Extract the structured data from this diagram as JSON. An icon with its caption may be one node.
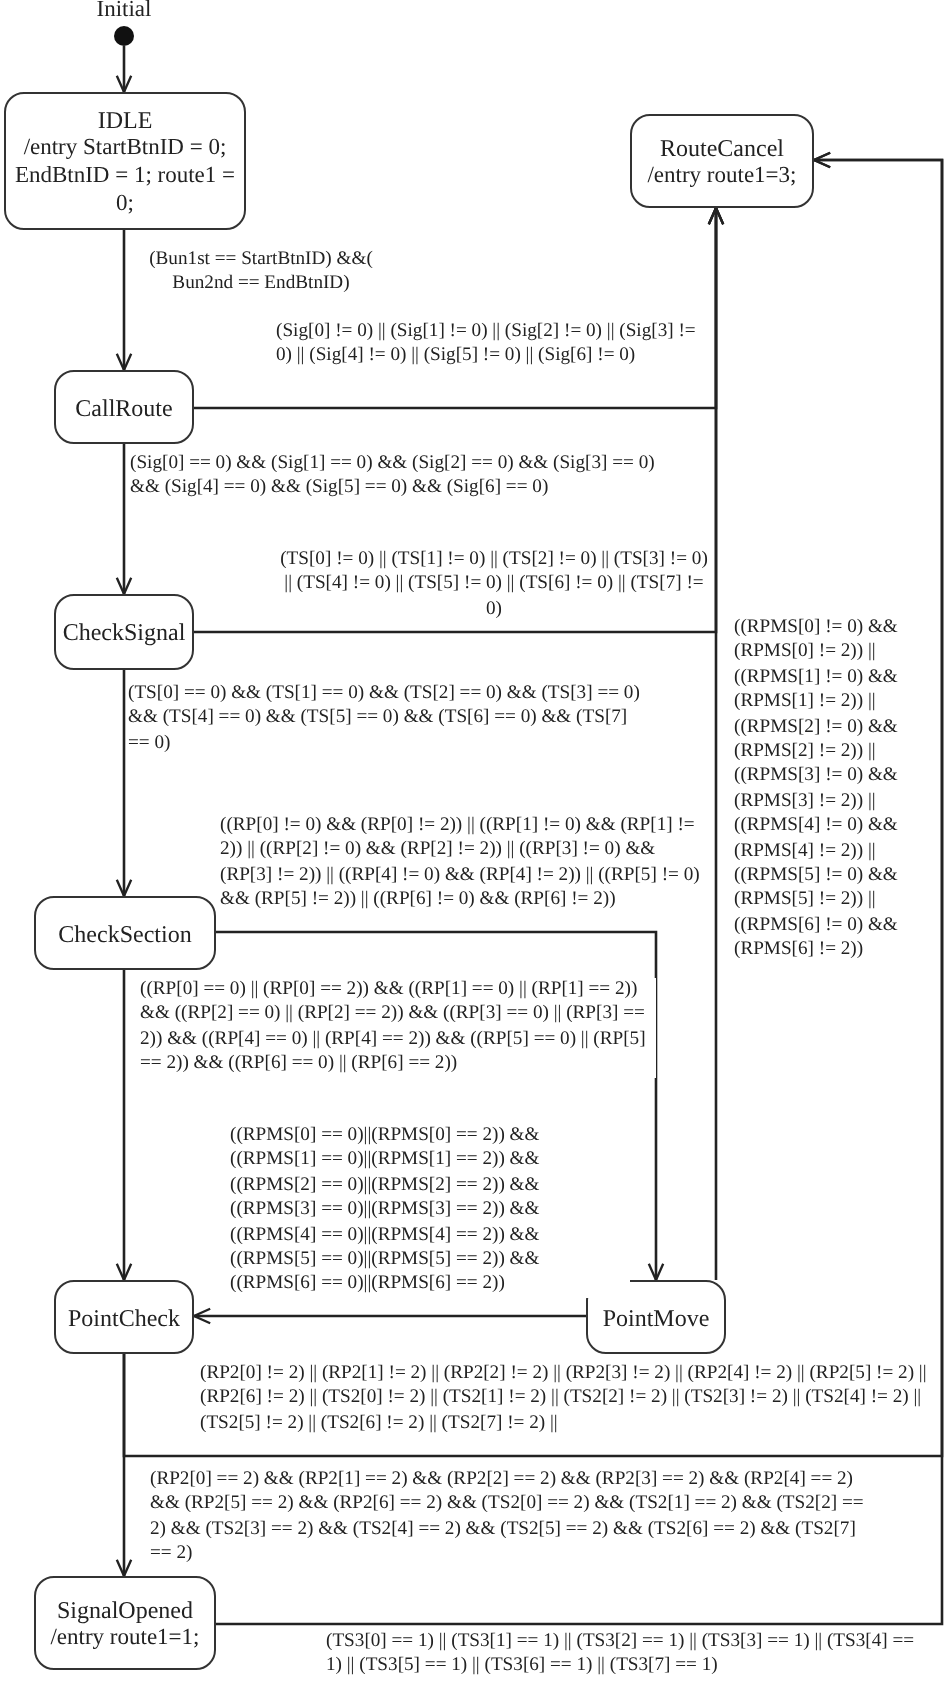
{
  "diagram": {
    "nodes": [
      {
        "text": [],
        "shape": "circle",
        "beside": [
          "Initial"
        ]
      },
      {
        "text": [
          "IDLE",
          "/entry StartBtnID = 0; EndBtnID = 1; route1 = 0;"
        ]
      },
      {
        "text": [
          "RouteCancel",
          "/entry route1=3;"
        ]
      },
      {
        "text": [
          "CallRoute"
        ]
      },
      {
        "text": [
          "CheckSignal"
        ]
      },
      {
        "text": [
          "CheckSection"
        ]
      },
      {
        "text": [
          "PointCheck"
        ]
      },
      {
        "text": [
          "PointMove"
        ]
      },
      {
        "text": [
          "SignalOpened",
          "/entry route1=1;"
        ]
      }
    ],
    "edges": [
      {
        "from": 0,
        "to": 1,
        "arrow": "to"
      },
      {
        "from": 1,
        "to": 3,
        "arrow": "to",
        "label": "(Bun1st == StartBtnID) &&( Bun2nd == EndBtnID)"
      },
      {
        "from": 3,
        "to": 2,
        "arrow": "to",
        "label": "(Sig[0] != 0) || (Sig[1] != 0) || (Sig[2] != 0) || (Sig[3] != 0) || (Sig[4] != 0) || (Sig[5] != 0) || (Sig[6] != 0)"
      },
      {
        "from": 3,
        "to": 4,
        "arrow": "to",
        "label": "(Sig[0] == 0) && (Sig[1] == 0) && (Sig[2] == 0) && (Sig[3] == 0) && (Sig[4] == 0) && (Sig[5] == 0) && (Sig[6] == 0)"
      },
      {
        "from": 4,
        "to": 2,
        "arrow": "to",
        "label": "(TS[0] != 0) || (TS[1] != 0) || (TS[2] != 0) || (TS[3] != 0) || (TS[4] != 0) || (TS[5] != 0) || (TS[6] != 0) || (TS[7] != 0)"
      },
      {
        "from": 4,
        "to": 5,
        "arrow": "to",
        "label": "(TS[0] == 0) && (TS[1] == 0) && (TS[2] == 0) && (TS[3] == 0) && (TS[4] == 0) && (TS[5] == 0) && (TS[6] == 0) && (TS[7] == 0)"
      },
      {
        "from": 5,
        "to": 7,
        "arrow": "to",
        "label": "((RP[0] != 0) && (RP[0] != 2)) || ((RP[1] != 0) && (RP[1] != 2)) || ((RP[2] != 0) && (RP[2] != 2)) || ((RP[3] != 0) && (RP[3] != 2)) || ((RP[4] != 0) && (RP[4] != 2)) || ((RP[5] != 0) && (RP[5] != 2)) || ((RP[6] != 0) && (RP[6] != 2))"
      },
      {
        "from": 5,
        "to": 6,
        "arrow": "to",
        "label": "((RP[0] == 0) || (RP[0] == 2)) && ((RP[1] == 0) || (RP[1] == 2)) && ((RP[2] == 0) || (RP[2] == 2)) && ((RP[3] == 0) || (RP[3] == 2)) && ((RP[4] == 0) || (RP[4] == 2)) && ((RP[5] == 0) || (RP[5] == 2)) && ((RP[6] == 0) || (RP[6] == 2))"
      },
      {
        "from": 7,
        "to": 6,
        "arrow": "to",
        "label": "((RPMS[0] == 0)||(RPMS[0] == 2)) && ((RPMS[1] == 0)||(RPMS[1] == 2)) && ((RPMS[2] == 0)||(RPMS[2] == 2)) && ((RPMS[3] == 0)||(RPMS[3] == 2)) && ((RPMS[4] == 0)||(RPMS[4] == 2)) && ((RPMS[5] == 0)||(RPMS[5] == 2)) && ((RPMS[6] == 0)||(RPMS[6] == 2))"
      },
      {
        "from": 7,
        "to": 2,
        "arrow": "to",
        "label": "((RPMS[0] != 0) && (RPMS[0] != 2)) || ((RPMS[1] != 0) && (RPMS[1] != 2)) || ((RPMS[2] != 0) && (RPMS[2] != 2)) || ((RPMS[3] != 0) && (RPMS[3] != 2)) || ((RPMS[4] != 0) && (RPMS[4] != 2)) || ((RPMS[5] != 0) && (RPMS[5] != 2)) || ((RPMS[6] != 0) && (RPMS[6] != 2))"
      },
      {
        "from": 6,
        "to": 2,
        "arrow": "to",
        "label": "(RP2[0] != 2) || (RP2[1] != 2) || (RP2[2] != 2) || (RP2[3] != 2) || (RP2[4] != 2) || (RP2[5] != 2) || (RP2[6] != 2) || (TS2[0] != 2) || (TS2[1] != 2) || (TS2[2] != 2) || (TS2[3] != 2) || (TS2[4] != 2) || (TS2[5] != 2) || (TS2[6] != 2) || (TS2[7] != 2) ||"
      },
      {
        "from": 6,
        "to": 8,
        "arrow": "to",
        "label": "(RP2[0] == 2) && (RP2[1] == 2) && (RP2[2] == 2) && (RP2[3] == 2) && (RP2[4] == 2) && (RP2[5] == 2) && (RP2[6] == 2) && (TS2[0] == 2) && (TS2[1] == 2) && (TS2[2] == 2) && (TS2[3] == 2) && (TS2[4] == 2) && (TS2[5] == 2) && (TS2[6] == 2) && (TS2[7] == 2)"
      },
      {
        "from": 8,
        "to": 2,
        "arrow": "to",
        "label": "(TS3[0] == 1) || (TS3[1] == 1) || (TS3[2] == 1) || (TS3[3] == 1) || (TS3[4] == 1) || (TS3[5] == 1) || (TS3[6] == 1) || (TS3[7] == 1)"
      }
    ]
  }
}
